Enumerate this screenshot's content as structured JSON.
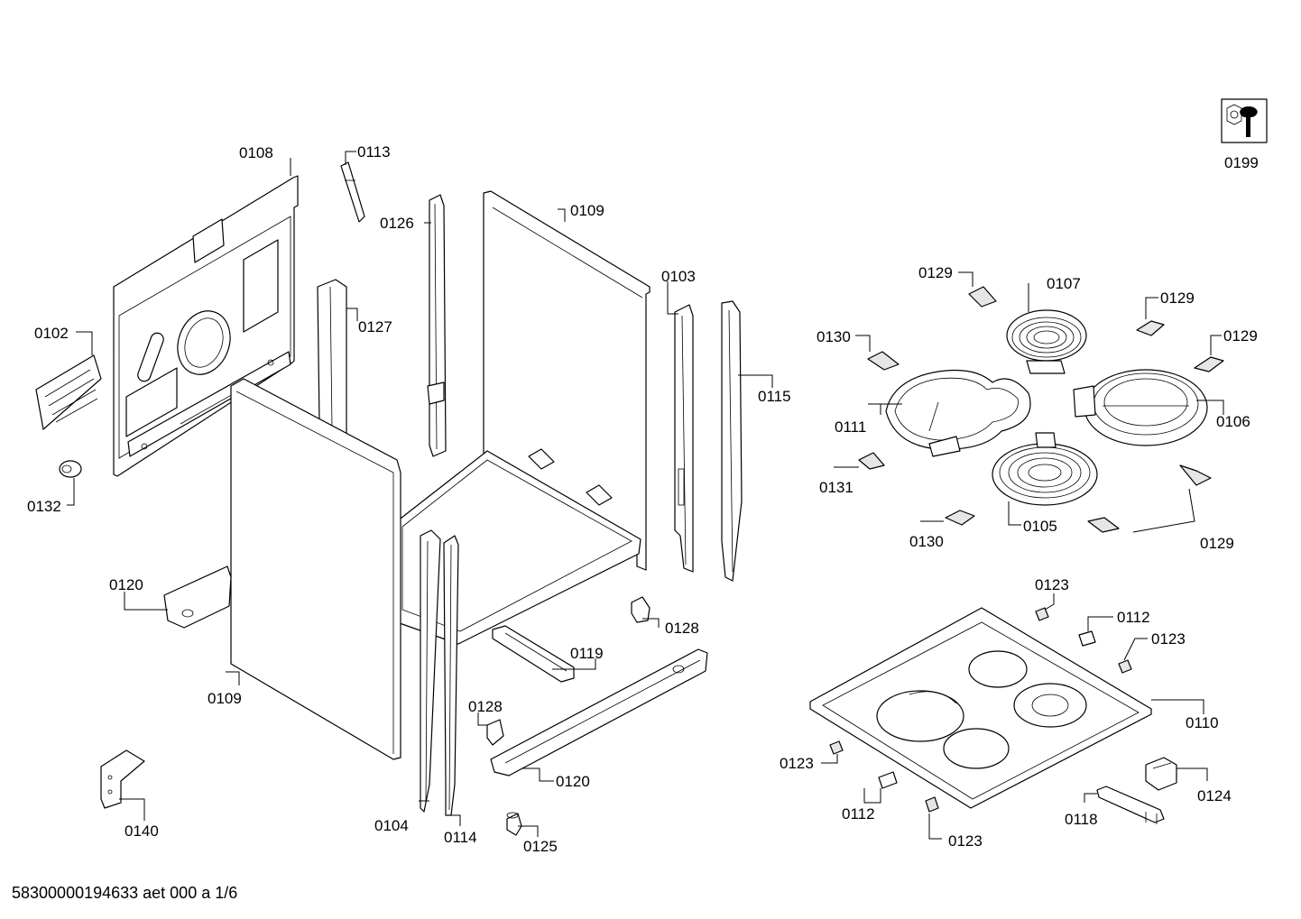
{
  "labels": {
    "l0108": "0108",
    "l0113": "0113",
    "l0126": "0126",
    "l0109a": "0109",
    "l0103": "0103",
    "l0127": "0127",
    "l0102": "0102",
    "l0115": "0115",
    "l0132": "0132",
    "l0120a": "0120",
    "l0109b": "0109",
    "l0128a": "0128",
    "l0119": "0119",
    "l0128b": "0128",
    "l0120b": "0120",
    "l0140": "0140",
    "l0104": "0104",
    "l0114": "0114",
    "l0125": "0125",
    "l0199": "0199",
    "l0129a": "0129",
    "l0107": "0107",
    "l0129b": "0129",
    "l0130a": "0130",
    "l0129c": "0129",
    "l0111": "0111",
    "l0106": "0106",
    "l0131": "0131",
    "l0130b": "0130",
    "l0105": "0105",
    "l0129d": "0129",
    "l0123a": "0123",
    "l0112a": "0112",
    "l0123b": "0123",
    "l0110": "0110",
    "l0123c": "0123",
    "l0124": "0124",
    "l0112b": "0112",
    "l0118": "0118",
    "l0123d": "0123"
  },
  "document_id": "58300000194633 aet 000 a 1/6",
  "icons": {
    "service": "tool-service-icon"
  }
}
